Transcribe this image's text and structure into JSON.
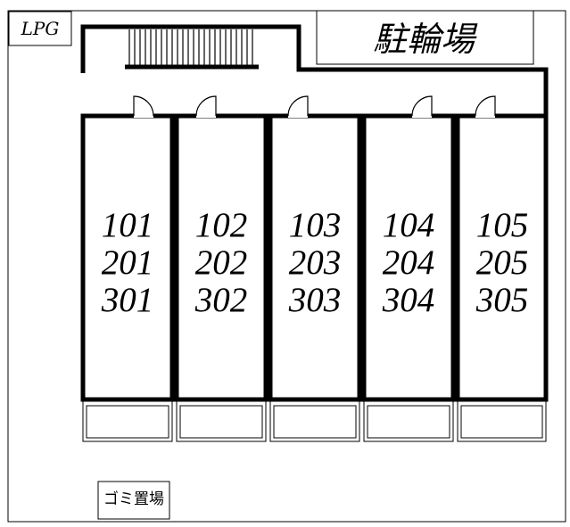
{
  "labels": {
    "lpg": "LPG",
    "bicycle_parking": "駐輪場",
    "garbage": "ゴミ置場"
  },
  "units": [
    {
      "floor1": "101",
      "floor2": "201",
      "floor3": "301"
    },
    {
      "floor1": "102",
      "floor2": "202",
      "floor3": "302"
    },
    {
      "floor1": "103",
      "floor2": "203",
      "floor3": "303"
    },
    {
      "floor1": "104",
      "floor2": "204",
      "floor3": "304"
    },
    {
      "floor1": "105",
      "floor2": "205",
      "floor3": "305"
    }
  ]
}
